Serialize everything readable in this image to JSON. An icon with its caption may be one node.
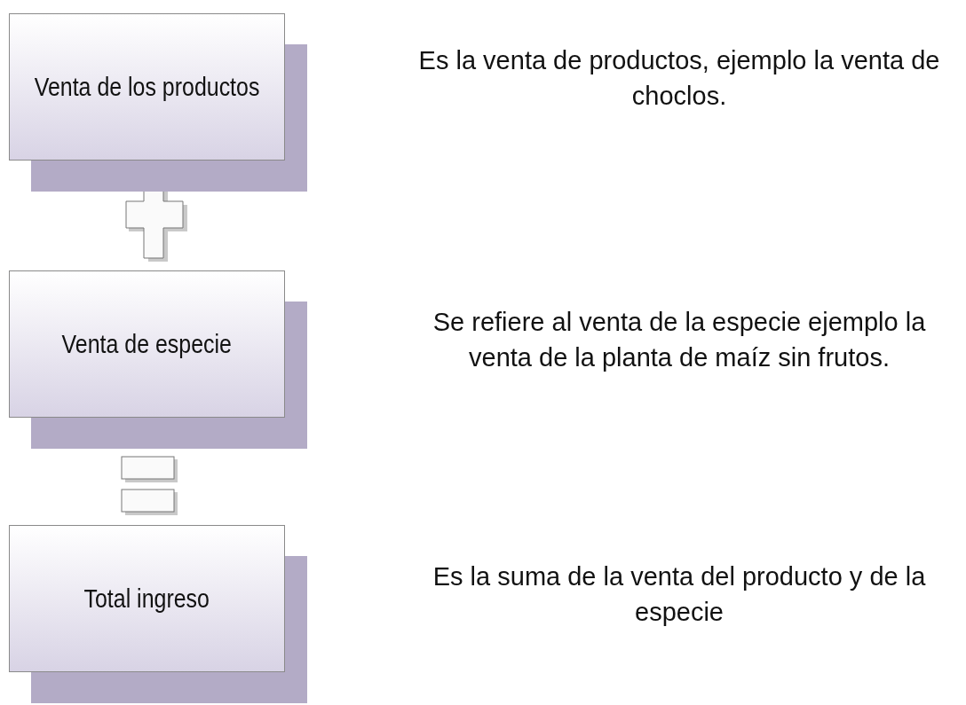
{
  "diagram": {
    "nodes": [
      {
        "text": [
          "Venta de los productos"
        ]
      },
      {
        "text": [
          "Venta de especie"
        ]
      },
      {
        "text": [
          "Total ingreso"
        ]
      }
    ],
    "labels": [
      "Es la venta de productos, ejemplo la venta de choclos.",
      "Se refiere al venta de la especie ejemplo la venta de la planta de maíz sin frutos.",
      "Es la suma de la venta del producto y de la especie"
    ]
  }
}
